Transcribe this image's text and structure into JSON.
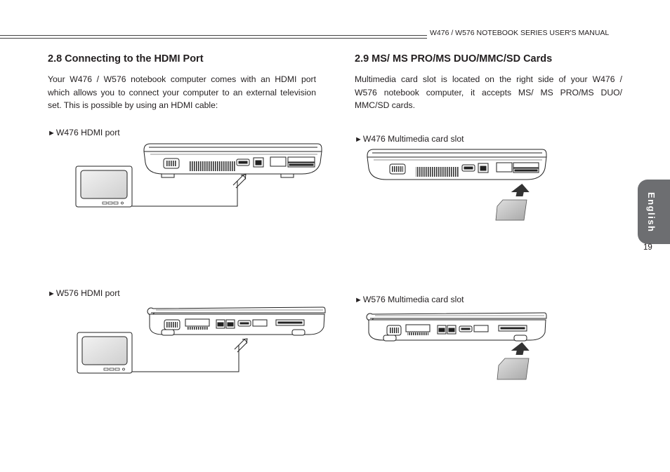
{
  "header": {
    "manual_title": "W476 / W576 NOTEBOOK SERIES USER'S MANUAL"
  },
  "left_section": {
    "heading": "2.8  Connecting to the HDMI Port",
    "body_lines": [
      "Your W476 / W576 notebook computer comes with an HDMI port",
      "which allows you to connect your computer to an external television",
      "set. This is possible by using an HDMI cable:"
    ],
    "caption_1": "W476 HDMI port",
    "caption_2": "W576 HDMI port"
  },
  "right_section": {
    "heading": "2.9  MS/ MS PRO/MS DUO/MMC/SD Cards",
    "body_lines": [
      "Multimedia card slot is located on the right side of your W476 /",
      "W576 notebook computer, it accepts  MS/ MS PRO/MS DUO/",
      "MMC/SD cards."
    ],
    "caption_1": "W476 Multimedia card slot",
    "caption_2": "W576 Multimedia card slot"
  },
  "caption_marker": "►",
  "side_tab": {
    "label": "English",
    "color": "#6d6e71"
  },
  "page_number": "19"
}
